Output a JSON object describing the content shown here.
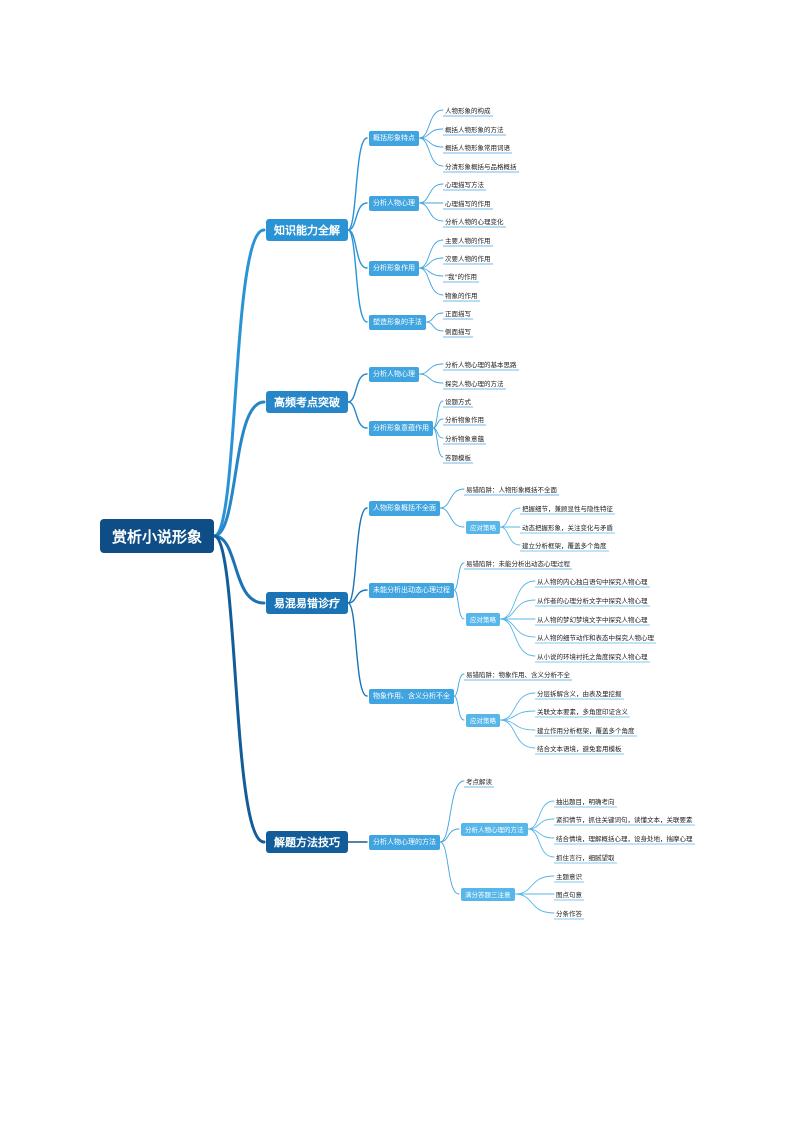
{
  "colors": {
    "root": "#0e4d85",
    "branch1": "#2a93d5",
    "branch2": "#2686c8",
    "branch3": "#1a73b5",
    "branch4": "#125d99",
    "sub": "#3fa4e0",
    "subsub": "#57b6ea",
    "leaf_text": "#222222"
  },
  "root": {
    "label": "赏析小说形象",
    "children": [
      {
        "label": "知识能力全解",
        "children": [
          {
            "label": "概括形象特点",
            "children": [
              {
                "label": "人物形象的构成"
              },
              {
                "label": "概括人物形象的方法"
              },
              {
                "label": "概括人物形象常用词语"
              },
              {
                "label": "分清形象概括与品格概括"
              }
            ]
          },
          {
            "label": "分析人物心理",
            "children": [
              {
                "label": "心理描写方法"
              },
              {
                "label": "心理描写的作用"
              },
              {
                "label": "分析人物的心理变化"
              }
            ]
          },
          {
            "label": "分析形象作用",
            "children": [
              {
                "label": "主要人物的作用"
              },
              {
                "label": "次要人物的作用"
              },
              {
                "label": "\"我\"的作用"
              },
              {
                "label": "物象的作用"
              }
            ]
          },
          {
            "label": "塑造形象的手法",
            "children": [
              {
                "label": "正面描写"
              },
              {
                "label": "侧面描写"
              }
            ]
          }
        ]
      },
      {
        "label": "高频考点突破",
        "children": [
          {
            "label": "分析人物心理",
            "children": [
              {
                "label": "分析人物心理的基本思路"
              },
              {
                "label": "探究人物心理的方法"
              }
            ]
          },
          {
            "label": "分析形象意蕴作用",
            "children": [
              {
                "label": "设题方式"
              },
              {
                "label": "分析物象作用"
              },
              {
                "label": "分析物象意蕴"
              },
              {
                "label": "答题模板"
              }
            ]
          }
        ]
      },
      {
        "label": "易混易错诊疗",
        "children": [
          {
            "label": "人物形象概括不全面",
            "children": [
              {
                "label": "易错陷阱：人物形象概括不全面"
              },
              {
                "label": "应对策略",
                "children": [
                  {
                    "label": "把握细节，兼顾显性与隐性特征"
                  },
                  {
                    "label": "动态把握形象，关注变化与矛盾"
                  },
                  {
                    "label": "建立分析框架，覆盖多个角度"
                  }
                ]
              }
            ]
          },
          {
            "label": "未能分析出动态心理过程",
            "children": [
              {
                "label": "易错陷阱：未能分析出动态心理过程"
              },
              {
                "label": "应对策略",
                "children": [
                  {
                    "label": "从人物的内心独白语句中探究人物心理"
                  },
                  {
                    "label": "从作者的心理分析文字中探究人物心理"
                  },
                  {
                    "label": "从人物的梦幻梦境文字中探究人物心理"
                  },
                  {
                    "label": "从人物的细节动作和表态中探究人物心理"
                  },
                  {
                    "label": "从小说的环境衬托之角度探究人物心理"
                  }
                ]
              }
            ]
          },
          {
            "label": "物象作用、含义分析不全",
            "children": [
              {
                "label": "易错陷阱：物象作用、含义分析不全"
              },
              {
                "label": "应对策略",
                "children": [
                  {
                    "label": "分层拆解含义，由表及里挖掘"
                  },
                  {
                    "label": "关联文本要素，多角度印证含义"
                  },
                  {
                    "label": "建立作用分析框架，覆盖多个角度"
                  },
                  {
                    "label": "结合文本语境，避免套用模板"
                  }
                ]
              }
            ]
          }
        ]
      },
      {
        "label": "解题方法技巧",
        "children": [
          {
            "label": "分析人物心理的方法",
            "children": [
              {
                "label": "考点解读"
              },
              {
                "label": "分析人物心理的方法",
                "children": [
                  {
                    "label": "抽出题目，明确考向"
                  },
                  {
                    "label": "紧扣情节，抓住关键词句，读懂文本，关联要素"
                  },
                  {
                    "label": "结合情境，理解概括心理，设身处地，揣摩心理"
                  },
                  {
                    "label": "抓住言行，细腻望取"
                  }
                ]
              },
              {
                "label": "满分答题三注意",
                "children": [
                  {
                    "label": "主题意识"
                  },
                  {
                    "label": "图点句意"
                  },
                  {
                    "label": "分条作答"
                  }
                ]
              }
            ]
          }
        ]
      }
    ]
  }
}
